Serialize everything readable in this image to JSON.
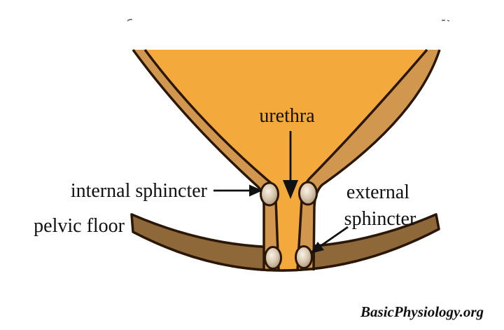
{
  "diagram": {
    "labels": {
      "urethra": "urethra",
      "internal_sphincter": "internal sphincter",
      "pelvic_floor": "pelvic floor",
      "external_sphincter_line1": "external",
      "external_sphincter_line2": "sphincter"
    },
    "attribution": "BasicPhysiology.org",
    "colors": {
      "background": "#FFFFFF",
      "bladder_interior": "#F4A93C",
      "bladder_wall": "#D2974F",
      "outline": "#2B1708",
      "pelvic_floor_band": "#8E6838",
      "bead_highlight": "#F7F2E9",
      "bead_mid": "#D9C6AC",
      "bead_edge": "#9A7F5F",
      "label_text": "#111111",
      "arrow": "#111111"
    }
  }
}
